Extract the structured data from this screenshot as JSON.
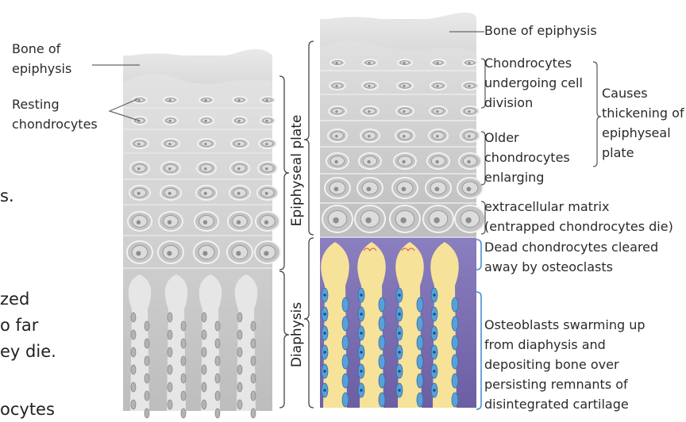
{
  "left_diagram": {
    "bone_of_epiphysis_label": "Bone of\nepiphysis",
    "resting_chondrocytes_label": "Resting\nchondrocytes"
  },
  "vertical_labels": {
    "epiphyseal_plate": "Epiphyseal plate",
    "diaphysis": "Diaphysis"
  },
  "right_diagram": {
    "bone_of_epiphysis": "Bone of epiphysis",
    "chondrocytes_dividing": "Chondrocytes\nundergoing cell\ndivision",
    "causes_thickening": "Causes\nthickening of\nepiphyseal\nplate",
    "older_chondrocytes": "Older\nchondrocytes\nenlarging",
    "extracellular_matrix": "extracellular matrix\n(entrapped chondrocytes die)",
    "dead_chondrocytes": "Dead chondrocytes cleared\naway by osteoclasts",
    "osteoblasts": "Osteoblasts swarming up\nfrom diaphysis and\ndepositing bone over\npersisting remnants of\ndisintegrated cartilage"
  },
  "background_text_fragments": [
    "s.",
    "zed",
    "o far",
    "ey die.",
    "ocytes"
  ],
  "colors": {
    "gray_cartilage": "#cfcfcf",
    "bone_yellow": "#f7e29a",
    "matrix_purple": "#7565a8",
    "osteoblast_blue": "#5aa0d8",
    "bracket_blue": "#4a8fd0",
    "dead_cell_red": "#d86a4a"
  }
}
